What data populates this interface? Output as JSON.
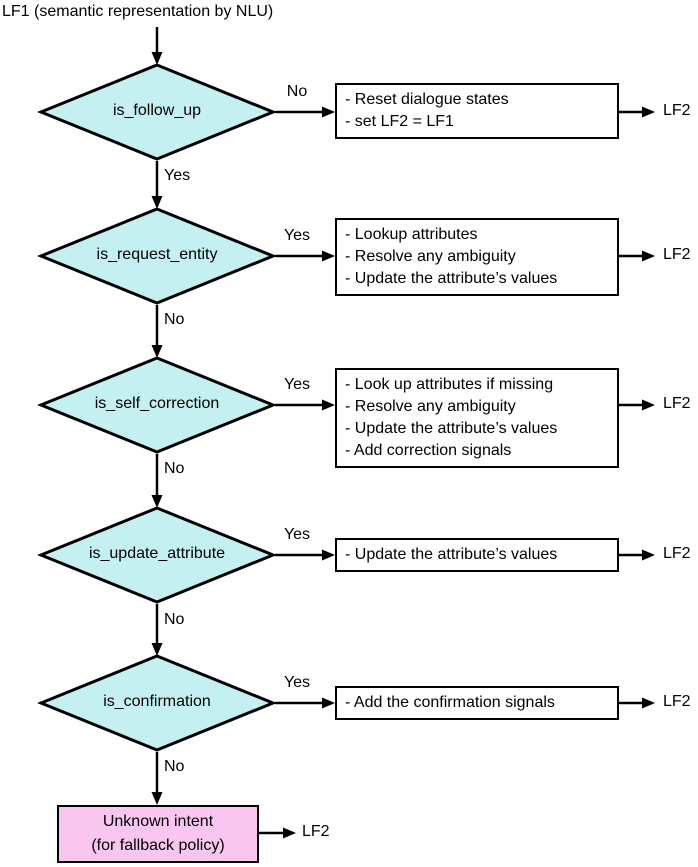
{
  "input_label": "LF1 (semantic representation by NLU)",
  "colors": {
    "decision_fill": "#c4f0f2",
    "terminal_fill": "#f9c6f0",
    "line": "#000000",
    "box_fill": "#ffffff"
  },
  "rows": [
    {
      "decision": "is_follow_up",
      "branch": "No",
      "next": "Yes",
      "actions": [
        "- Reset dialogue states",
        "- set LF2 = LF1"
      ],
      "output": "LF2"
    },
    {
      "decision": "is_request_entity",
      "branch": "Yes",
      "next": "No",
      "actions": [
        "- Lookup attributes",
        "- Resolve any ambiguity",
        "- Update the attribute’s values"
      ],
      "output": "LF2"
    },
    {
      "decision": "is_self_correction",
      "branch": "Yes",
      "next": "No",
      "actions": [
        "- Look up attributes if missing",
        "- Resolve any ambiguity",
        "- Update the attribute’s values",
        "- Add correction signals"
      ],
      "output": "LF2"
    },
    {
      "decision": "is_update_attribute",
      "branch": "Yes",
      "next": "No",
      "actions": [
        "- Update the attribute’s values"
      ],
      "output": "LF2"
    },
    {
      "decision": "is_confirmation",
      "branch": "Yes",
      "next": "No",
      "actions": [
        "- Add the confirmation signals"
      ],
      "output": "LF2"
    }
  ],
  "terminal": {
    "line1": "Unknown intent",
    "line2": "(for fallback policy)",
    "output": "LF2"
  }
}
